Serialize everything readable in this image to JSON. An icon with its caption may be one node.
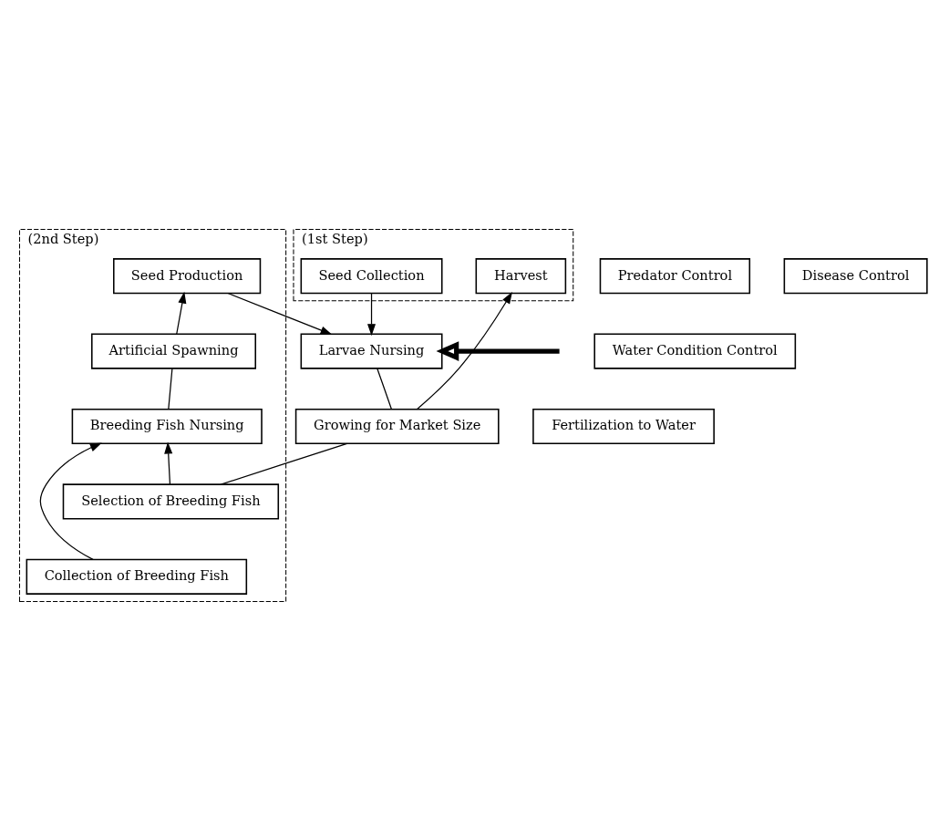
{
  "diagram": {
    "nodes": [
      {
        "text": [
          "(2nd Step)"
        ]
      },
      {
        "text": [
          "(1st Step)"
        ]
      },
      {
        "text": [
          "Seed Production"
        ],
        "in": 0
      },
      {
        "text": [
          "Seed Collection"
        ],
        "in": 1
      },
      {
        "text": [
          "Artificial Spawning"
        ],
        "in": 0
      },
      {
        "text": [
          "Larvae Nursing"
        ]
      },
      {
        "text": [
          "Water Condition Control"
        ]
      },
      {
        "text": [
          "Fertilization to Water"
        ]
      },
      {
        "text": [
          "Predator Control"
        ]
      },
      {
        "text": [
          "Disease Control"
        ]
      },
      {
        "text": [
          "Breeding Fish Nursing"
        ],
        "in": 0
      },
      {
        "text": [
          "Growing for Market Size"
        ]
      },
      {
        "text": [
          "Harvest"
        ],
        "in": 1
      },
      {
        "text": [
          "Selection of Breeding Fish"
        ],
        "in": 0
      },
      {
        "text": [
          "Collection of Breeding Fish"
        ],
        "in": 0
      }
    ],
    "edges": [
      {
        "from": 4,
        "to": 2,
        "arrow": "to"
      },
      {
        "from": 2,
        "to": 5,
        "arrow": "to"
      },
      {
        "from": 3,
        "to": 5,
        "arrow": "to"
      },
      {
        "from": 5,
        "to": 11,
        "arrow": "none"
      },
      {
        "from": 4,
        "to": 10,
        "arrow": "none"
      },
      {
        "from": 13,
        "to": 10,
        "arrow": "to"
      },
      {
        "from": 11,
        "to": 13,
        "arrow": "none"
      },
      {
        "from": 11,
        "to": 12,
        "arrow": "to"
      },
      {
        "from": 14,
        "to": 10,
        "arrow": "to"
      },
      {
        "from": null,
        "to": 5,
        "arrow": "to",
        "style": "thick"
      }
    ]
  }
}
